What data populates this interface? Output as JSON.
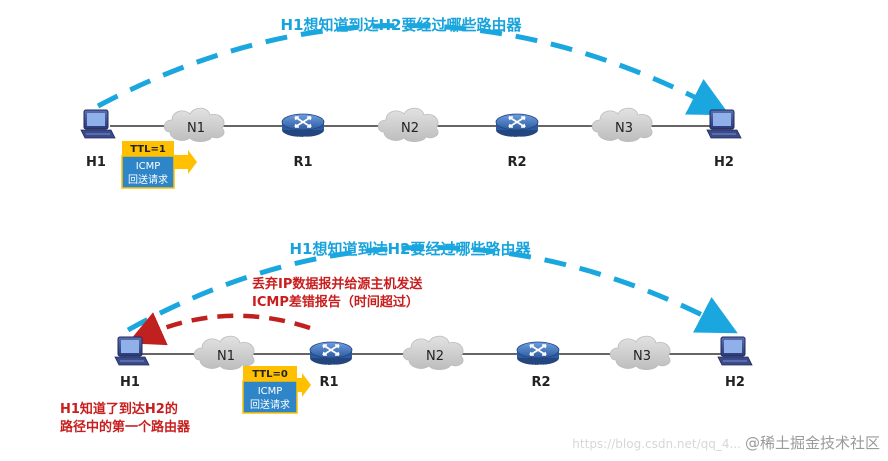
{
  "panel_top": {
    "title": "H1想知道到达H2要经过哪些路由器",
    "hosts": {
      "h1": "H1",
      "h2": "H2"
    },
    "routers": {
      "r1": "R1",
      "r2": "R2"
    },
    "networks": {
      "n1": "N1",
      "n2": "N2",
      "n3": "N3"
    },
    "router_badge": "ROUTER",
    "packet": {
      "ttl": "TTL=1",
      "type": "ICMP",
      "desc": "回送请求"
    }
  },
  "panel_bottom": {
    "title": "H1想知道到达H2要经过哪些路由器",
    "hosts": {
      "h1": "H1",
      "h2": "H2"
    },
    "routers": {
      "r1": "R1",
      "r2": "R2"
    },
    "networks": {
      "n1": "N1",
      "n2": "N2",
      "n3": "N3"
    },
    "router_badge": "ROUTER",
    "packet": {
      "ttl": "TTL=0",
      "type": "ICMP",
      "desc": "回送请求"
    },
    "discard_note": {
      "line1": "丢弃IP数据报并给源主机发送",
      "line2": "ICMP差错报告（时间超过）"
    },
    "result_note": {
      "line1": "H1知道了到达H2的",
      "line2": "路径中的第一个路由器"
    }
  },
  "watermark": {
    "faint": "https://blog.csdn.net/qq_4...",
    "text": "@稀土掘金技术社区"
  },
  "colors": {
    "arc_blue": "#1aa7e0",
    "arc_red": "#c0201e",
    "title_blue": "#19a3dc",
    "note_red": "#c81e1e",
    "ttl_yellow": "#ffc000",
    "icmp_blue": "#2e86c8",
    "router_blue": "#3b6fb6",
    "cloud_gray": "#c9c9c9"
  },
  "icons": [
    "computer-icon",
    "router-icon",
    "cloud-icon",
    "arrow-icon"
  ]
}
